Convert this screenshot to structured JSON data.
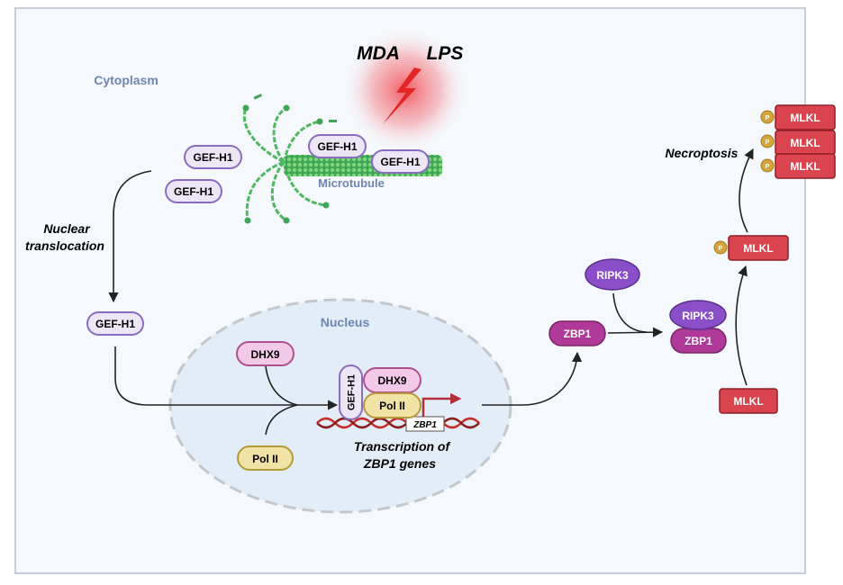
{
  "region_labels": {
    "cytoplasm": "Cytoplasm",
    "nucleus": "Nucleus",
    "microtubule": "Microtubule"
  },
  "stimuli": [
    "MDA",
    "LPS"
  ],
  "process_labels": {
    "nuclear_translocation": [
      "Nuclear",
      "translocation"
    ],
    "transcription": [
      "Transcription of",
      "ZBP1 genes"
    ],
    "necroptosis": "Necroptosis"
  },
  "proteins": {
    "gef_h1": "GEF-H1",
    "dhx9": "DHX9",
    "pol2": "Pol II",
    "zbp1": "ZBP1",
    "ripk3": "RIPK3",
    "mlkl": "MLKL",
    "phospho": "P"
  },
  "gene_box": "ZBP1",
  "colors": {
    "gef_fill": "#ece6f7",
    "gef_stroke": "#8a6cc0",
    "dhx9_fill": "#f2c9e6",
    "dhx9_stroke": "#b0508f",
    "pol_fill": "#f1e3a6",
    "pol_stroke": "#b49a3a",
    "zbp1_fill": "#b03a99",
    "ripk3_fill": "#8a4fc8",
    "mlkl_fill": "#d9444f",
    "phospho_fill": "#d4a53a",
    "microtubule": "#4fb860",
    "dna": "#c9302c",
    "nucleus_fill": "#e3edf8",
    "region_label": "#6f86b4"
  }
}
